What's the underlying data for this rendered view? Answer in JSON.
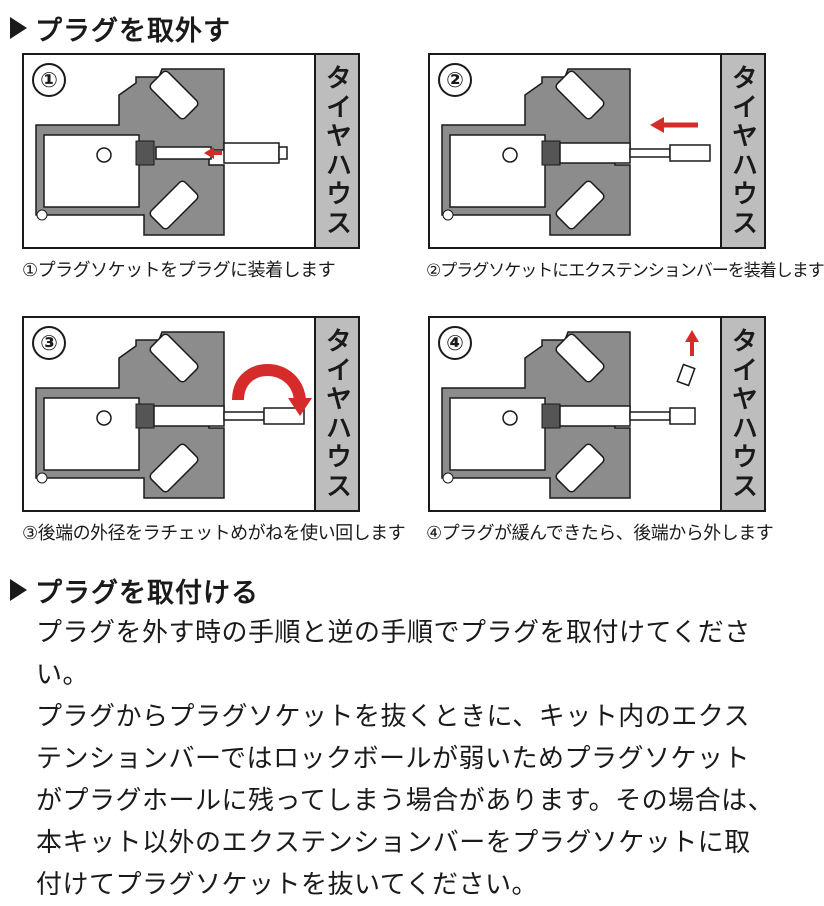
{
  "section1": {
    "title": "プラグを取外す"
  },
  "tire_label": "タイヤハウス",
  "panels": [
    {
      "num": "①",
      "caption": "①プラグソケットをプラグに装着します"
    },
    {
      "num": "②",
      "caption": "②プラグソケットにエクステンションバーを装着します"
    },
    {
      "num": "③",
      "caption": "③後端の外径をラチェットめがねを使い回します"
    },
    {
      "num": "④",
      "caption": "④プラグが緩んできたら、後端から外します"
    }
  ],
  "section2": {
    "title": "プラグを取付ける",
    "paragraphs": [
      "プラグを外す時の手順と逆の手順でプラグを取付けてください。",
      "プラグからプラグソケットを抜くときに、キット内のエクステンションバーではロックボールが弱いためプラグソケットがプラグホールに残ってしまう場合があります。その場合は、本キット以外のエクステンションバーをプラグソケットに取付けてプラグソケットを抜いてください。"
    ]
  },
  "colors": {
    "arrow_red": "#d62b2b",
    "engine_gray": "#8c8c8c",
    "tire_gray": "#bdbdbd"
  }
}
